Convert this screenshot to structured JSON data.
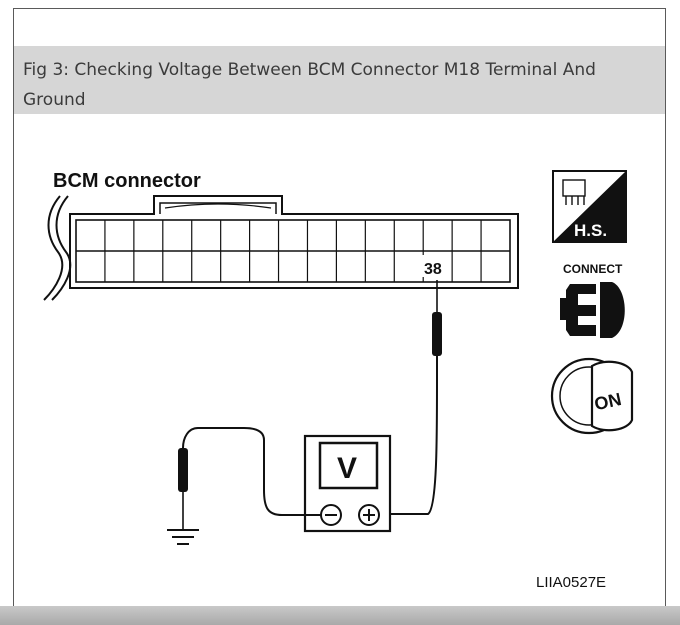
{
  "caption": "Fig 3: Checking Voltage Between BCM Connector M18 Terminal And Ground",
  "diagram": {
    "connector_label": "BCM connector",
    "terminal_number": "38",
    "meter_symbol": "V",
    "meter_negative": "⊖",
    "meter_positive": "⊕",
    "hs_label": "H.S.",
    "connect_label": "CONNECT",
    "ignition_label": "ON",
    "figure_code": "LIIA0527E"
  },
  "icons": [
    "harness-side-icon",
    "connect-icon",
    "ignition-on-icon",
    "ground-icon",
    "voltmeter-icon"
  ]
}
